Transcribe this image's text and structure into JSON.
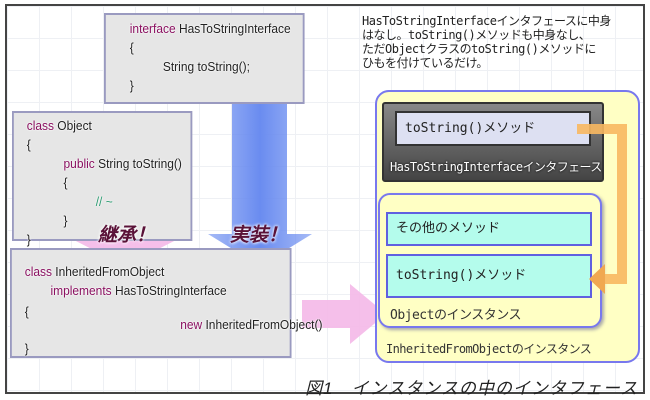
{
  "interface_code": {
    "kw": "interface",
    "name": "HasToStringInterface",
    "open": "{",
    "method": "String toString();",
    "close": "}"
  },
  "object_code": {
    "kw": "class",
    "name": "Object",
    "open": "{",
    "method_kw": "public",
    "method": "String toString()",
    "inner_open": "{",
    "comment": "// ~",
    "inner_close": "}",
    "close": "}"
  },
  "inherited_code": {
    "kw": "class",
    "name": "InheritedFromObject",
    "impl_kw": "implements",
    "impl": "HasToStringInterface",
    "open": "{",
    "close": "}",
    "new_kw": "new",
    "new_expr": "InheritedFromObject()"
  },
  "arrows": {
    "inherit": "継承！",
    "implement": "実装！"
  },
  "note": [
    "HasToStringInterfaceインタフェースに中身",
    "はなし。toString()メソッドも中身なし、",
    "ただObjectクラスのtoString()メソッドに",
    "ひもを付けているだけ。"
  ],
  "instance": {
    "interface_method": "toString()メソッド",
    "interface_label": "HasToStringInterfaceインタフェース",
    "other_methods": "その他のメソッド",
    "tostring_method": "toString()メソッド",
    "object_label": "Objectのインスタンス",
    "outer_label": "InheritedFromObjectのインスタンス"
  },
  "caption": "図1　インスタンスの中のインタフェース",
  "colors": {
    "implement_arrow": "#7090f0",
    "inherit_arrow": "#f4b8e8",
    "link": "#f8b860",
    "instance_bg": "#ffffc4",
    "method_bg": "#b4fcec"
  }
}
